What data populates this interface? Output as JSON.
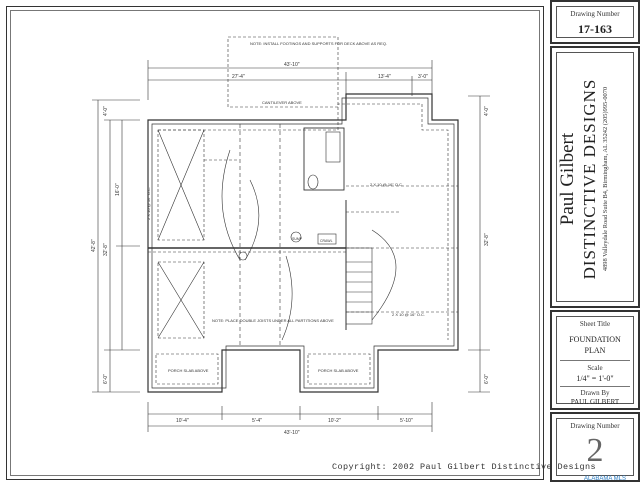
{
  "drawing": {
    "overall_width_top": "43'-10\"",
    "overall_width_bottom": "43'-10\"",
    "top_dims": [
      "27'-4\"",
      "13'-4\"",
      "3'-0\""
    ],
    "bottom_dims": [
      "10'-4\"",
      "5'-4\"",
      "10'-2\"",
      "5'-10\""
    ],
    "left_dims": [
      "42'-8\"",
      "32'-8\"",
      "16'-0\"",
      "4'-0\"",
      "6'-0\""
    ],
    "right_dims": [
      "32'-8\"",
      "4'-0\"",
      "6'-0\""
    ],
    "notes": {
      "deck_note": "NOTE: INSTALL FOOTINGS AND SUPPORTS FOR DECK ABOVE AS REQ.",
      "cantilever": "CANTILEVER ABOVE",
      "place_double": "NOTE: PLACE DOUBLE JOISTS UNDER ALL PARTITIONS ABOVE",
      "porch_left": "PORCH SLAB ABOVE",
      "porch_right": "PORCH SLAB ABOVE",
      "joist_a": "2 X 10 @ 16\" O.C.",
      "joist_b": "2 X 10 @ 16\" O.C.",
      "joist_c": "2 X 10 @ 16\" O.C.",
      "crawl": "CRAWL",
      "pump": "SUMP"
    }
  },
  "title_block": {
    "drawing_number_label": "Drawing Number",
    "drawing_number": "17-163",
    "designer_name": "Paul Gilbert",
    "company": "DISTINCTIVE DESIGNS",
    "address": "4898 Valleydale Road Suite B4, Birmingham, AL 35242  (205)995-0070",
    "sheet_title_label": "Sheet Title",
    "sheet_title": "FOUNDATION PLAN",
    "scale_label": "Scale",
    "scale": "1/4\" = 1'-0\"",
    "drawn_by_label": "Drawn By",
    "drawn_by": "PAUL GILBERT",
    "sheet_number_label": "Drawing Number",
    "sheet_number": "2"
  },
  "copyright": "Copyright: 2002 Paul Gilbert Distinctive Designs",
  "logo_text": "ALABAMA MLS"
}
